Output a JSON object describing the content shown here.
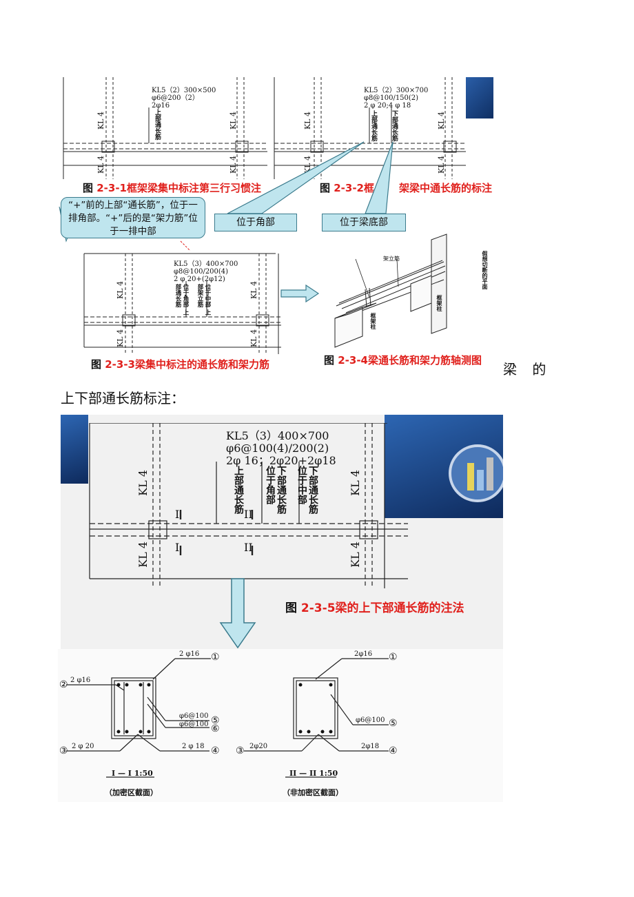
{
  "top_figures": {
    "fig1": {
      "caption_prefix": "图 ",
      "caption_num": "2-3-1",
      "caption_text": "框架梁集中标注第三行习惯注",
      "annotation": "KL5（2）300×500\nφ6@200（2）\n2φ16",
      "vertical_label": "上部通长筋",
      "kl": "KL 4"
    },
    "fig2": {
      "caption_prefix": "图 ",
      "caption_num": "2-3-2",
      "caption_text": "框",
      "caption_text2": "架梁中通长筋的标注",
      "annotation": "KL5（2）300×700\nφ8@100/150(2)\n2 φ 20;4 φ 18",
      "vertical_label1": "上部通长筋",
      "vertical_label2": "下部通长筋",
      "kl": "KL 4"
    },
    "callout_main": "“+”前的上部“通长筋”，位于一排角部。“+”后的是“架力筋”位于一排中部",
    "callout_corner": "位于角部",
    "callout_bottom": "位于梁底部",
    "fig3": {
      "caption_prefix": "图 ",
      "caption_num": "2-3-3",
      "caption_text": "梁集中标注的通长筋和架力筋",
      "annotation": "KL5（3）400×700\nφ8@100/200(4)\n2 φ 20+(2φ12)",
      "vertical_label1": "位于角部\n上部通长筋",
      "vertical_label2": "位于中部\n上部架立筋",
      "kl": "KL 4"
    },
    "fig4": {
      "caption_prefix": "图 ",
      "caption_num": "2-3-4",
      "caption_text": "梁通长筋和架力筋轴测图",
      "label_top": "架立筋",
      "label_column": "框架柱",
      "label_right": "假想切断的平面",
      "label_frame_col": "框架柱"
    }
  },
  "body_text": {
    "trailing": "梁 的",
    "line2": "上下部通长筋标注："
  },
  "big_figure": {
    "annotation": "KL5（3）400×700\nφ6@100(4)/200(2)\n2φ 16；2φ20+2φ18",
    "col1": "上部通长筋",
    "col2a": "下部通长筋",
    "col2b": "位于角部",
    "col3a": "下部通长筋",
    "col3b": "位于中部",
    "kl": "KL 4",
    "section_I": "I",
    "section_II": "II",
    "caption_prefix": "图 ",
    "caption_num": "2-3-5",
    "caption_text": "梁的上下部通长筋的注法"
  },
  "sections": {
    "left": {
      "top_bar": "2 φ16",
      "left_bar": "2 φ16",
      "bottom_left": "2 φ 20",
      "bottom_right": "2 φ 18",
      "stirrup1": "φ6@100",
      "stirrup2": "φ6@100",
      "n1": "①",
      "n2": "②",
      "n3": "③",
      "n4": "④",
      "n5": "⑤",
      "n6": "⑥",
      "title": "I — I   1:50",
      "subtitle": "（加密区截面）"
    },
    "right": {
      "top_bar": "2φ16",
      "stirrup": "φ6@100",
      "bottom_left": "2φ20",
      "bottom_right": "2φ18",
      "n1": "①",
      "n3": "③",
      "n4": "④",
      "n5": "⑤",
      "title": "II — II   1:50",
      "subtitle": "（非加密区截面）"
    }
  },
  "colors": {
    "accent": "#e0201c",
    "callout": "#bfe5ee",
    "banner": "#1b3f7a"
  }
}
